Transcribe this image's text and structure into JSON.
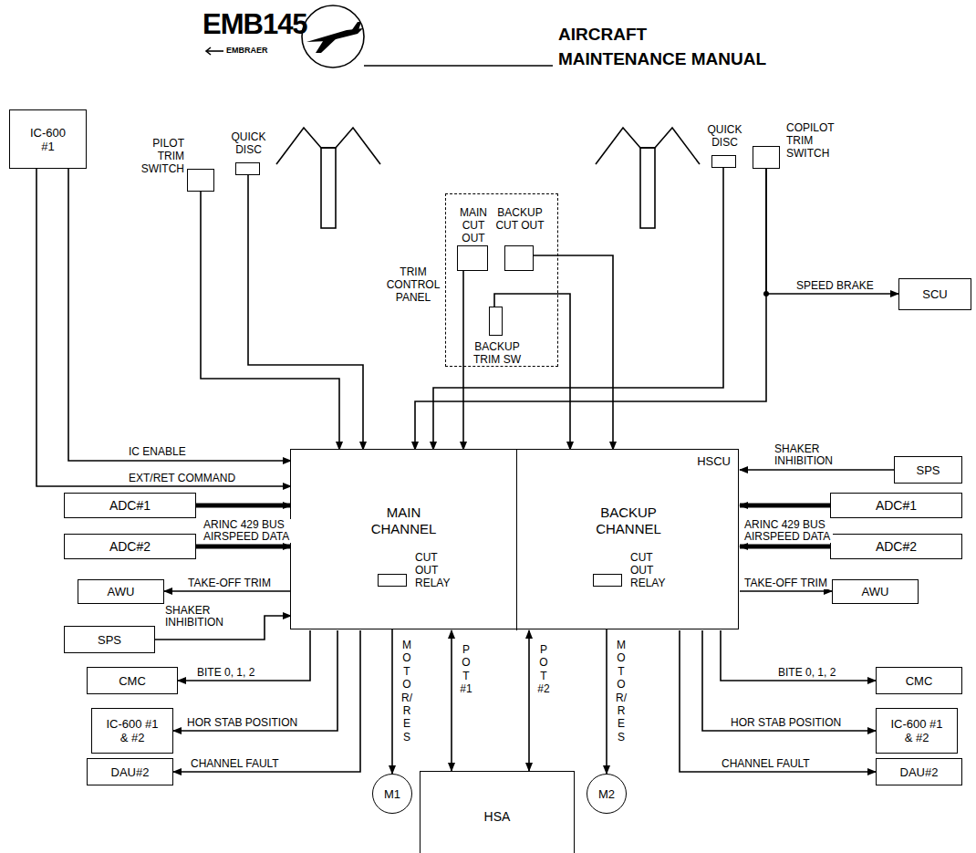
{
  "diagram": {
    "title": "AIRCRAFT MAINTENANCE MANUAL",
    "nodes": [
      {
        "text": [
          "IC-600 #1"
        ]
      },
      {
        "text": [
          "PILOT TRIM SWITCH"
        ]
      },
      {
        "text": [
          "QUICK DISC"
        ]
      },
      {
        "text": [
          "TRIM CONTROL PANEL"
        ]
      },
      {
        "text": [
          "MAIN CUT OUT"
        ],
        "in": 3
      },
      {
        "text": [
          "BACKUP CUT OUT"
        ],
        "in": 3
      },
      {
        "text": [
          "BACKUP TRIM SW"
        ],
        "in": 3
      },
      {
        "text": [
          "QUICK DISC"
        ]
      },
      {
        "text": [
          "COPILOT TRIM SWITCH"
        ]
      },
      {
        "text": [
          "SCU"
        ]
      },
      {
        "text": [
          "HSCU"
        ]
      },
      {
        "text": [
          "MAIN CHANNEL"
        ],
        "in": 10
      },
      {
        "text": [
          "BACKUP CHANNEL"
        ],
        "in": 10
      },
      {
        "text": [
          "CUT OUT RELAY"
        ],
        "in": 11
      },
      {
        "text": [
          "CUT OUT RELAY"
        ],
        "in": 12
      },
      {
        "text": [
          "SPS"
        ]
      },
      {
        "text": [
          "ADC#1"
        ]
      },
      {
        "text": [
          "ADC#1"
        ]
      },
      {
        "text": [
          "ADC#2"
        ]
      },
      {
        "text": [
          "ADC#2"
        ]
      },
      {
        "text": [
          "AWU"
        ]
      },
      {
        "text": [
          "AWU"
        ]
      },
      {
        "text": [
          "SPS"
        ]
      },
      {
        "text": [
          "CMC"
        ]
      },
      {
        "text": [
          "CMC"
        ]
      },
      {
        "text": [
          "IC-600 #1 & #2"
        ]
      },
      {
        "text": [
          "IC-600 #1 & #2"
        ]
      },
      {
        "text": [
          "DAU#2"
        ]
      },
      {
        "text": [
          "DAU#2"
        ]
      },
      {
        "text": [
          "M1"
        ]
      },
      {
        "text": [
          "HSA"
        ]
      },
      {
        "text": [
          "M2"
        ]
      }
    ],
    "edges": [
      {
        "from": 1,
        "to": 11,
        "arrow": "to"
      },
      {
        "from": 2,
        "to": 11,
        "arrow": "to"
      },
      {
        "from": 4,
        "to": 11,
        "arrow": "to"
      },
      {
        "from": 6,
        "to": 12,
        "arrow": "to"
      },
      {
        "from": 5,
        "to": 12,
        "arrow": "to"
      },
      {
        "from": 7,
        "to": 11,
        "arrow": "to"
      },
      {
        "from": 8,
        "to": 11,
        "arrow": "to"
      },
      {
        "from": 8,
        "to": 9,
        "label": "SPEED BRAKE",
        "arrow": "to"
      },
      {
        "from": 0,
        "to": 11,
        "label": "IC ENABLE",
        "arrow": "to"
      },
      {
        "from": 0,
        "to": 11,
        "label": "EXT/RET COMMAND",
        "arrow": "to"
      },
      {
        "from": 16,
        "to": 11,
        "arrow": "to"
      },
      {
        "from": 18,
        "to": 11,
        "label": "ARINC 429 BUS AIRSPEED DATA",
        "arrow": "to"
      },
      {
        "from": 11,
        "to": 20,
        "label": "TAKE-OFF TRIM",
        "arrow": "to"
      },
      {
        "from": 22,
        "to": 11,
        "label": "SHAKER INHIBITION",
        "arrow": "to"
      },
      {
        "from": 11,
        "to": 23,
        "label": "BITE 0, 1, 2",
        "arrow": "to"
      },
      {
        "from": 11,
        "to": 25,
        "label": "HOR STAB POSITION",
        "arrow": "to"
      },
      {
        "from": 11,
        "to": 27,
        "label": "CHANNEL FAULT",
        "arrow": "to"
      },
      {
        "from": 15,
        "to": 12,
        "label": "SHAKER INHIBITION",
        "arrow": "to"
      },
      {
        "from": 17,
        "to": 12,
        "arrow": "to"
      },
      {
        "from": 19,
        "to": 12,
        "label": "ARINC 429 BUS AIRSPEED DATA",
        "arrow": "to"
      },
      {
        "from": 12,
        "to": 21,
        "label": "TAKE-OFF TRIM",
        "arrow": "to"
      },
      {
        "from": 12,
        "to": 24,
        "label": "BITE 0, 1, 2",
        "arrow": "to"
      },
      {
        "from": 12,
        "to": 26,
        "label": "HOR STAB POSITION",
        "arrow": "to"
      },
      {
        "from": 12,
        "to": 28,
        "label": "CHANNEL FAULT",
        "arrow": "to"
      },
      {
        "from": 13,
        "to": 29,
        "label": "MOTOR/RES",
        "arrow": "to"
      },
      {
        "from": 11,
        "to": 30,
        "label": "POT #1",
        "arrow": "both"
      },
      {
        "from": 12,
        "to": 30,
        "label": "POT #2",
        "arrow": "both"
      },
      {
        "from": 14,
        "to": 31,
        "label": "MOTOR/RES",
        "arrow": "to"
      }
    ],
    "labels": [
      "EMB145",
      "EMBRAER"
    ]
  }
}
